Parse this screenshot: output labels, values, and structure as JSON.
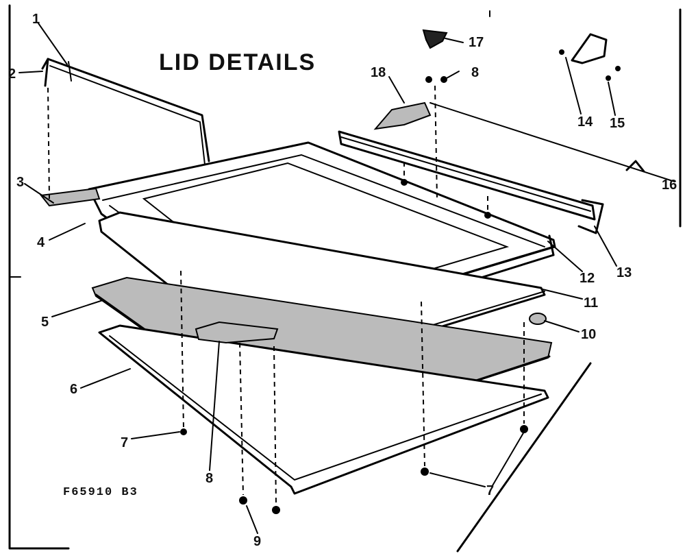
{
  "diagram": {
    "title": "LID DETAILS",
    "part_code": "F65910 B3",
    "callouts": {
      "c1": "1",
      "c2": "2",
      "c3": "3",
      "c4": "4",
      "c5": "5",
      "c6": "6",
      "c7a": "7",
      "c7b": "7",
      "c8a": "8",
      "c8b": "8",
      "c9": "9",
      "c10": "10",
      "c11": "11",
      "c12": "12",
      "c13": "13",
      "c14": "14",
      "c15": "15",
      "c16": "16",
      "c17": "17",
      "c18": "18"
    }
  }
}
